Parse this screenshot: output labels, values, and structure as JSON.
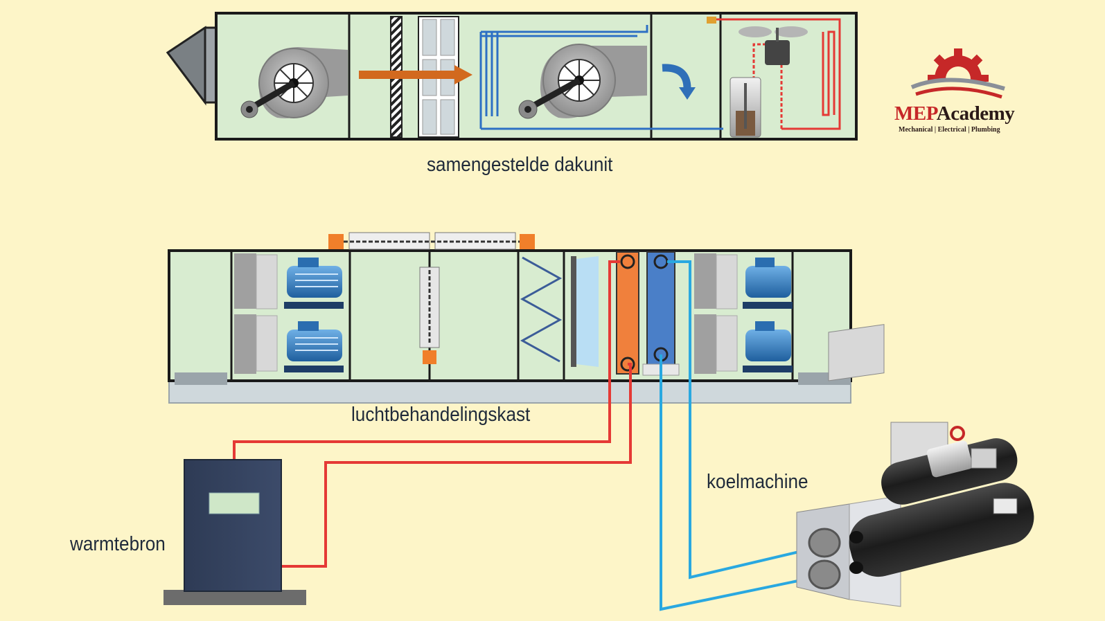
{
  "labels": {
    "rooftop": "samengestelde dakunit",
    "ahu": "luchtbehandelingskast",
    "heat_source": "warmtebron",
    "chiller": "koelmachine"
  },
  "logo": {
    "brand_prefix": "MEP",
    "brand_suffix": "Academy",
    "tagline": "Mechanical | Electrical | Plumbing"
  },
  "colors": {
    "background": "#fdf5c8",
    "unit_fill": "#d8ecd0",
    "hot_water": "#e53935",
    "chilled_water": "#29a8e0",
    "airflow_arrow": "#d2691e",
    "coil_heating": "#f0803c",
    "coil_cooling": "#4a7fc8",
    "brand_red": "#c62828"
  }
}
